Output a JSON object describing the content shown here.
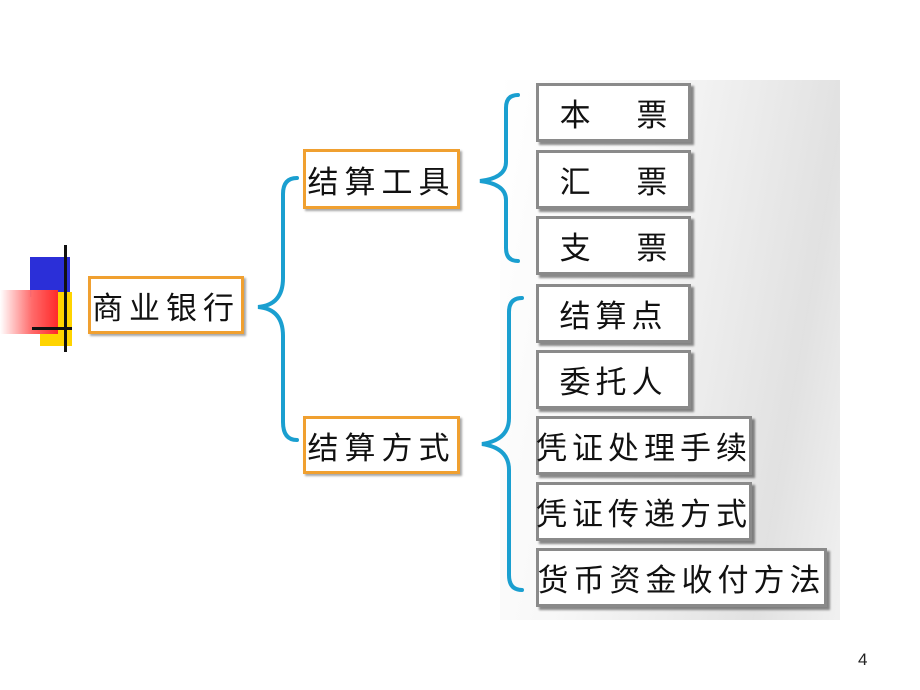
{
  "diagram": {
    "root": "商业银行",
    "branches": [
      {
        "label": "结算工具",
        "children": [
          "本 票",
          "汇 票",
          "支 票"
        ]
      },
      {
        "label": "结算方式",
        "children": [
          "结算点",
          "委托人",
          "凭证处理手续",
          "凭证传递方式",
          "货币资金收付方法"
        ]
      }
    ]
  },
  "page_number": "4",
  "colors": {
    "node_border": "#f0a030",
    "leaf_border": "#8a8a8a",
    "brace": "#1a9fd0"
  }
}
